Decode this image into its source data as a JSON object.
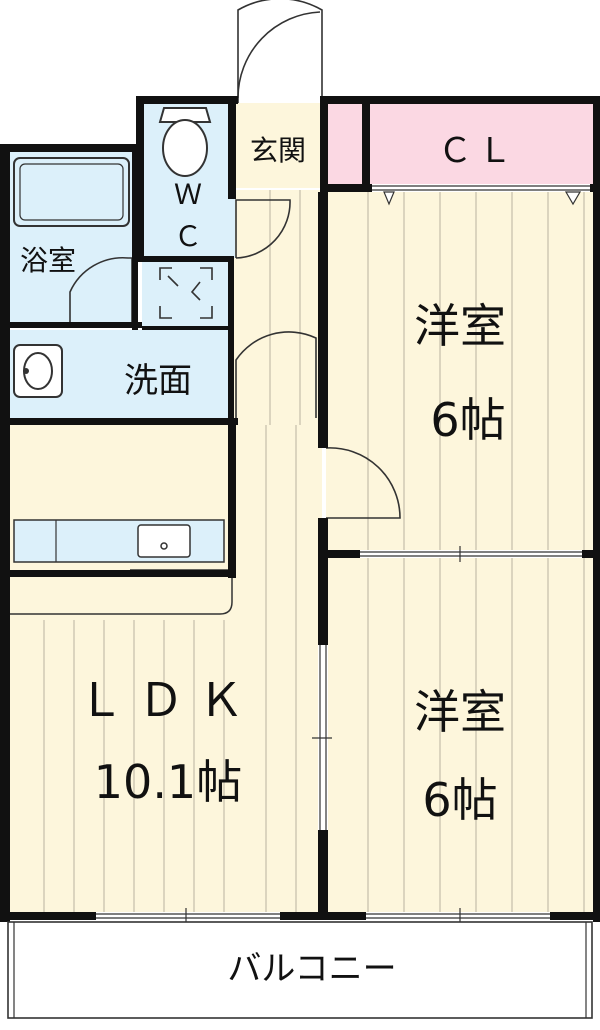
{
  "rooms": {
    "entrance": {
      "label": "玄関"
    },
    "closet": {
      "label": "ＣＬ"
    },
    "wc": {
      "label_top": "Ｗ",
      "label_bottom": "Ｃ"
    },
    "bath": {
      "label": "浴室"
    },
    "washroom": {
      "label": "洗面"
    },
    "bedroom_north": {
      "label": "洋室",
      "size": "6帖"
    },
    "bedroom_south": {
      "label": "洋室",
      "size": "6帖"
    },
    "ldk": {
      "label": "ＬＤＫ",
      "size": "10.1帖"
    },
    "balcony": {
      "label": "バルコニー"
    }
  },
  "colors": {
    "wood_floor": "#fdf6dc",
    "wood_lines": "#b9b3a0",
    "wet_area": "#dcf0fa",
    "closet_pink": "#fbd8e3",
    "wall": "#111111"
  }
}
